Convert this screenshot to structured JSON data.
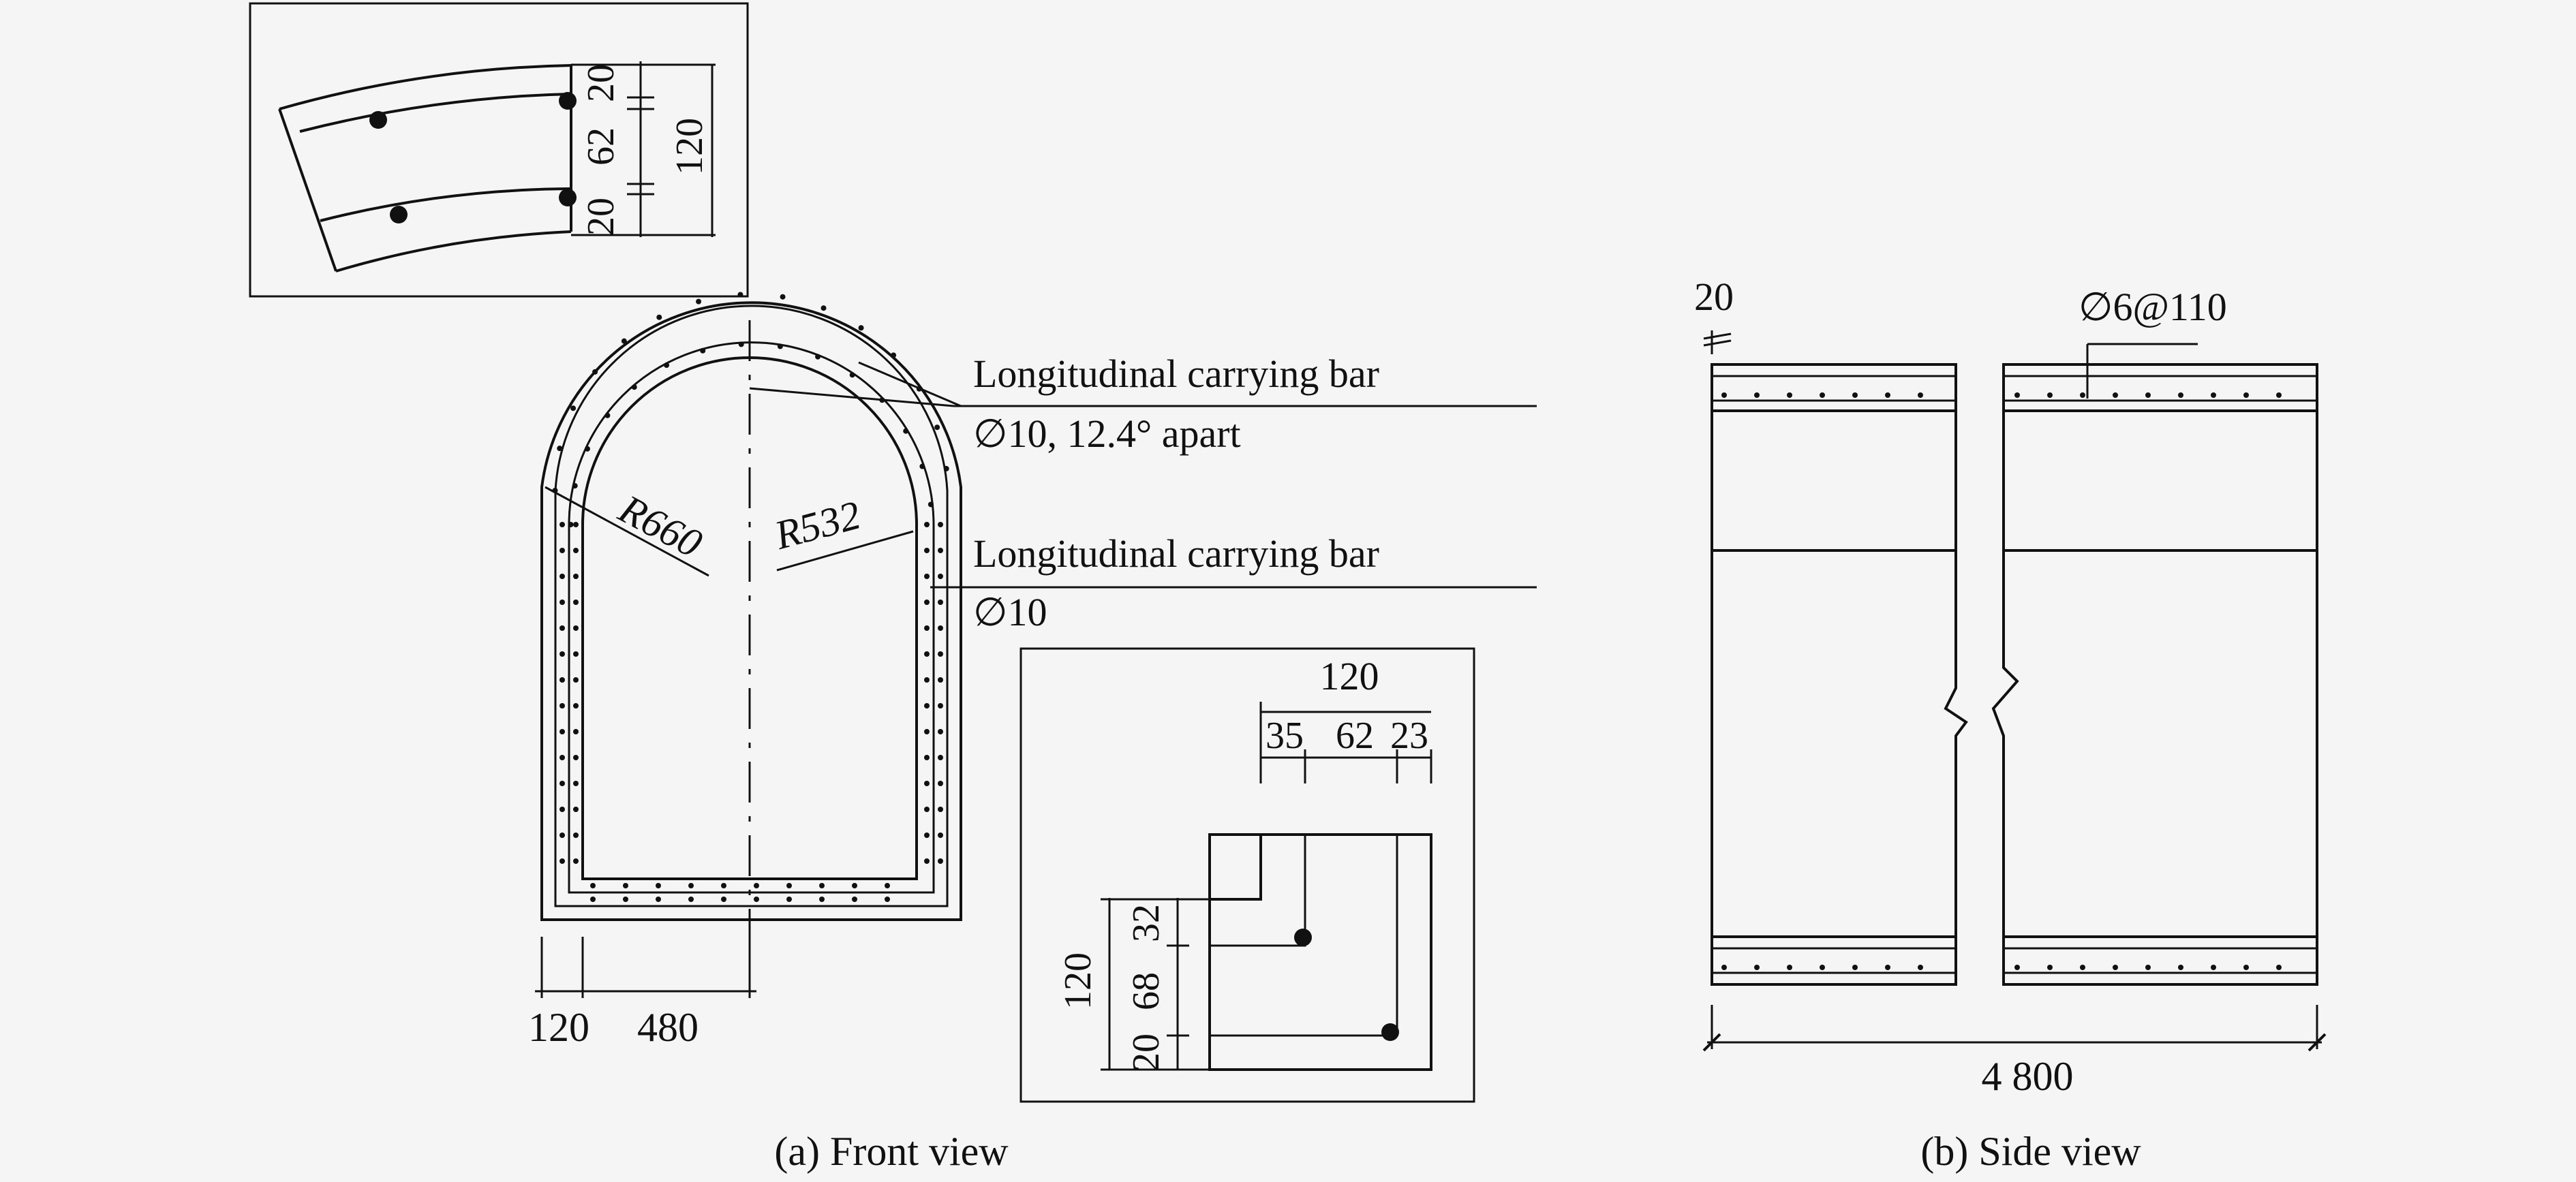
{
  "front": {
    "caption": "(a) Front view",
    "outer_radius": "R660",
    "inner_radius": "R532",
    "callout_top_line1": "Longitudinal carrying bar",
    "callout_top_line2": "∅10, 12.4° apart",
    "callout_side_line1": "Longitudinal carrying bar",
    "callout_side_line2": "∅10",
    "dim_wall": "120",
    "dim_half_width": "480"
  },
  "detail_arc": {
    "dim_top": "20",
    "dim_mid": "62",
    "dim_bot": "20",
    "dim_total": "120"
  },
  "detail_corner": {
    "dim_top_total": "120",
    "dim_top_a": "35",
    "dim_top_b": "62",
    "dim_top_c": "23",
    "dim_left_total": "120",
    "dim_left_a": "20",
    "dim_left_b": "68",
    "dim_left_c": "32"
  },
  "side": {
    "caption": "(b) Side view",
    "dim_cover": "20",
    "stirrup_label": "∅6@110",
    "dim_length": "4 800"
  }
}
